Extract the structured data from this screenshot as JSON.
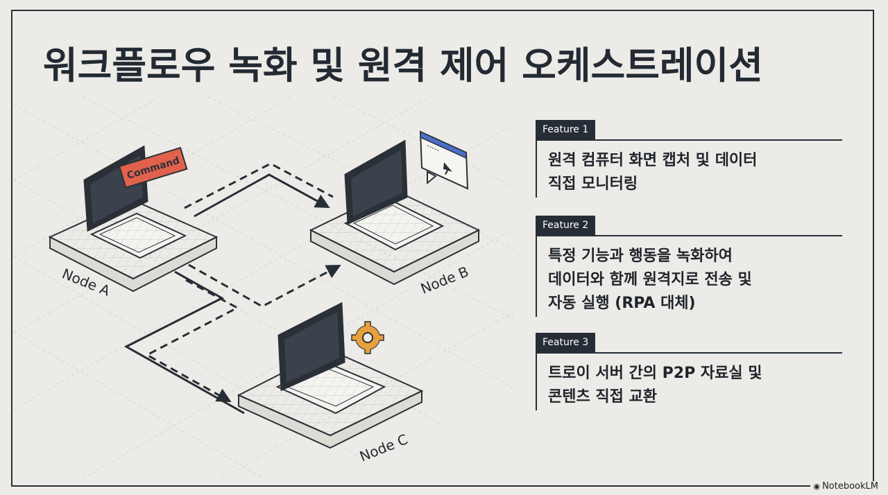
{
  "title": "워크플로우 녹화 및 원격 제어 오케스트레이션",
  "nodes": {
    "a": "Node A",
    "b": "Node B",
    "c": "Node C"
  },
  "command_label": "Command",
  "features": [
    {
      "tag": "Feature 1",
      "lines": [
        "원격 컴퓨터 화면 캡처 및 데이터",
        "직접 모니터링"
      ]
    },
    {
      "tag": "Feature 2",
      "lines": [
        "특정 기능과 행동을 녹화하여",
        "데이터와 함께 원격지로 전송 및",
        "자동 실행 (RPA 대체)"
      ]
    },
    {
      "tag": "Feature 3",
      "lines": [
        "트로이 서버 간의 P2P 자료실 및",
        "콘텐츠 직접 교환"
      ]
    }
  ],
  "brand": "NotebookLM",
  "colors": {
    "command": "#e0624c",
    "window_accent": "#4a6fc9",
    "gear": "#e7a13c",
    "dark": "#262d36"
  }
}
